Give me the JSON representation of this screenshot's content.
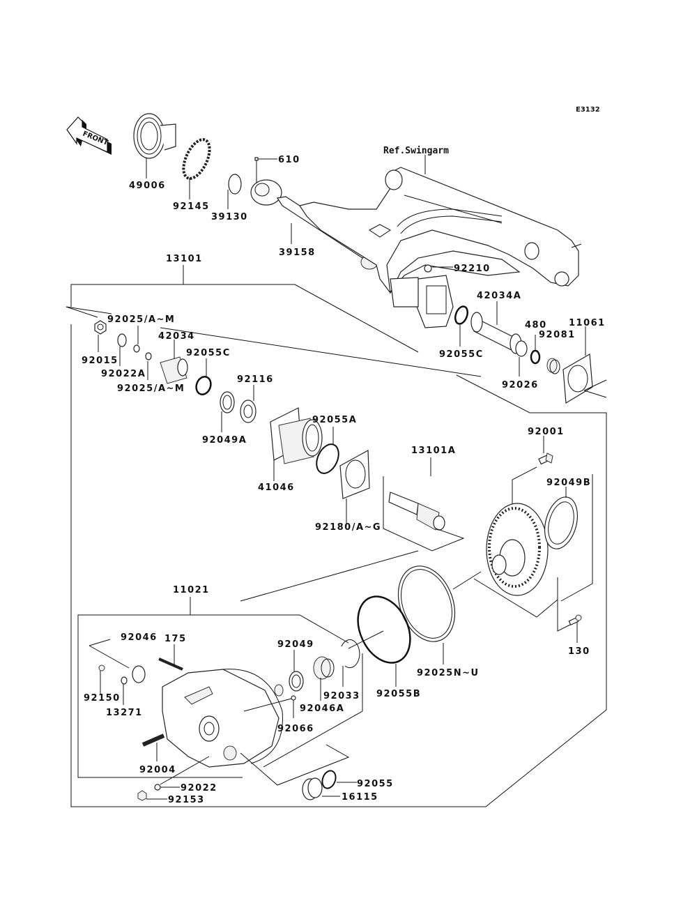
{
  "diagram": {
    "code": "E3132",
    "front_arrow_label": "FRONT",
    "reference": "Ref.Swingarm",
    "parts": [
      {
        "id": "49006"
      },
      {
        "id": "92145"
      },
      {
        "id": "39130"
      },
      {
        "id": "610"
      },
      {
        "id": "39158"
      },
      {
        "id": "92210"
      },
      {
        "id": "13101"
      },
      {
        "id": "42034A"
      },
      {
        "id": "92055C_upper",
        "label": "92055C"
      },
      {
        "id": "480"
      },
      {
        "id": "92081"
      },
      {
        "id": "11061"
      },
      {
        "id": "92026"
      },
      {
        "id": "92025/A~M_top",
        "label": "92025/A~M"
      },
      {
        "id": "92015"
      },
      {
        "id": "92022A"
      },
      {
        "id": "92025/A~M_bottom",
        "label": "92025/A~M"
      },
      {
        "id": "42034"
      },
      {
        "id": "92055C_lower",
        "label": "92055C"
      },
      {
        "id": "92116"
      },
      {
        "id": "92049A"
      },
      {
        "id": "92055A"
      },
      {
        "id": "41046"
      },
      {
        "id": "13101A"
      },
      {
        "id": "92180/A~G"
      },
      {
        "id": "92001"
      },
      {
        "id": "92049B"
      },
      {
        "id": "130"
      },
      {
        "id": "11021"
      },
      {
        "id": "92046"
      },
      {
        "id": "175"
      },
      {
        "id": "92049"
      },
      {
        "id": "92150"
      },
      {
        "id": "13271"
      },
      {
        "id": "92033"
      },
      {
        "id": "92046A"
      },
      {
        "id": "92066"
      },
      {
        "id": "92055B"
      },
      {
        "id": "92025N~U"
      },
      {
        "id": "92004"
      },
      {
        "id": "92022"
      },
      {
        "id": "92153"
      },
      {
        "id": "92055"
      },
      {
        "id": "16115"
      }
    ],
    "labels": {
      "p49006": "49006",
      "p92145": "92145",
      "p39130": "39130",
      "p610": "610",
      "p39158": "39158",
      "p92210": "92210",
      "p13101": "13101",
      "p42034A": "42034A",
      "p92055C_a": "92055C",
      "p480": "480",
      "p92081": "92081",
      "p11061": "11061",
      "p92026": "92026",
      "p92025AM_a": "92025/A~M",
      "p92015": "92015",
      "p92022A": "92022A",
      "p92025AM_b": "92025/A~M",
      "p42034": "42034",
      "p92055C_b": "92055C",
      "p92116": "92116",
      "p92049A": "92049A",
      "p92055A": "92055A",
      "p41046": "41046",
      "p13101A": "13101A",
      "p92180AG": "92180/A~G",
      "p92001": "92001",
      "p92049B": "92049B",
      "p130": "130",
      "p11021": "11021",
      "p92046": "92046",
      "p175": "175",
      "p92049": "92049",
      "p92150": "92150",
      "p13271": "13271",
      "p92033": "92033",
      "p92046A": "92046A",
      "p92066": "92066",
      "p92055B": "92055B",
      "p92025NU": "92025N~U",
      "p92004": "92004",
      "p92022": "92022",
      "p92153": "92153",
      "p92055": "92055",
      "p16115": "16115"
    }
  }
}
